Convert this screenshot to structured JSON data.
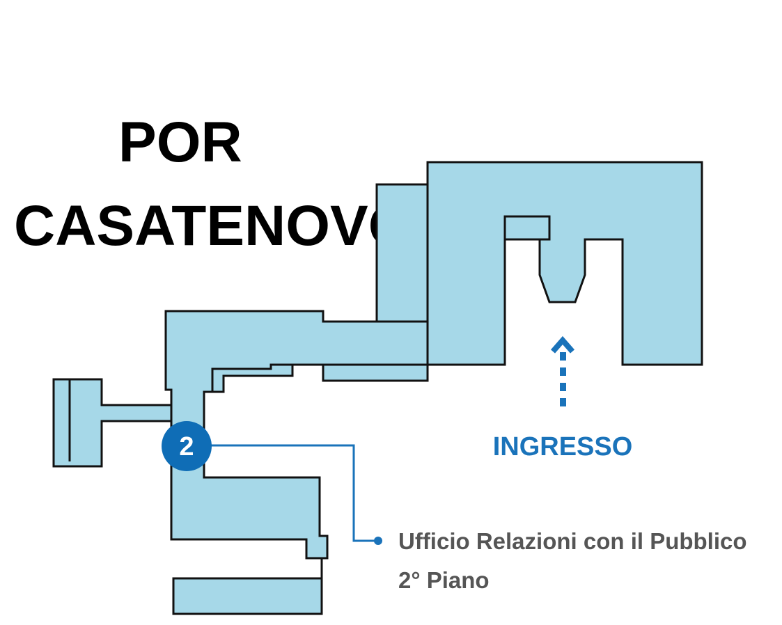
{
  "title": {
    "line1": "POR",
    "line2": "CASATENOVO"
  },
  "entrance": {
    "label": "INGRESSO",
    "icon": "dotted-up-arrow-icon",
    "color": "#1a73ba"
  },
  "marker": {
    "number": "2",
    "color": "#0f6db6"
  },
  "callout": {
    "line1": "Ufficio Relazioni con il Pubblico",
    "line2": "2° Piano",
    "color": "#555555"
  },
  "colors": {
    "building_fill": "#a6d8e8",
    "building_outline": "#111111",
    "title": "#000000"
  }
}
